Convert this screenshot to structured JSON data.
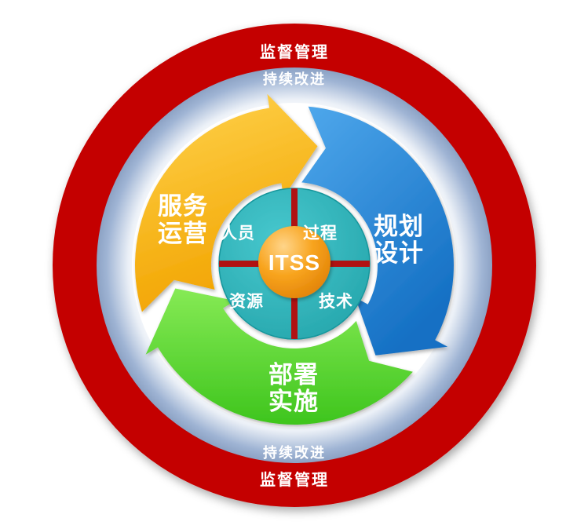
{
  "diagram": {
    "core": {
      "label": "ITSS",
      "color": "#F59B00"
    },
    "outer_ring": {
      "label_top": "监督管理",
      "label_bottom": "监督管理",
      "color": "#C40000"
    },
    "improvement_ring": {
      "label_top": "持续改进",
      "label_bottom": "持续改进",
      "color": "#8CA2C4"
    },
    "segments": [
      {
        "name": "service-operation",
        "label_line1": "服务",
        "label_line2": "运营",
        "color": "#FFC000"
      },
      {
        "name": "planning-design",
        "label_line1": "规划",
        "label_line2": "设计",
        "color": "#1E7FD0"
      },
      {
        "name": "deployment-implementation",
        "label_line1": "部署",
        "label_line2": "实施",
        "color": "#52D42B"
      }
    ],
    "quadrants": {
      "top_left": "人员",
      "top_right": "过程",
      "bottom_left": "资源",
      "bottom_right": "技术",
      "wheel_color": "#2BB3B8",
      "divider_color": "#B01212"
    }
  }
}
